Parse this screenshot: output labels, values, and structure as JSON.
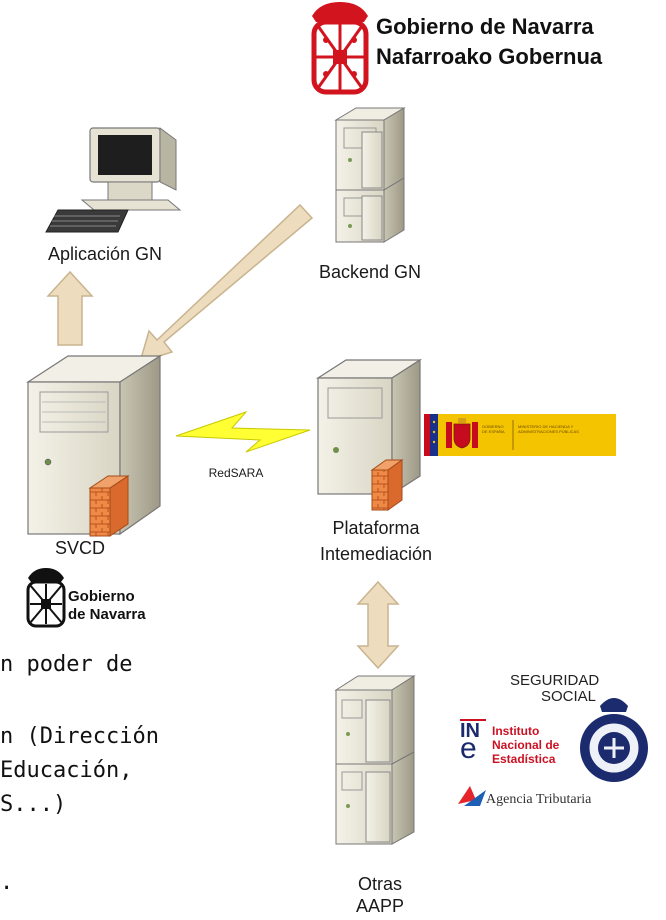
{
  "header": {
    "logo_line1": "Gobierno de Navarra",
    "logo_line2": "Nafarroako Gobernua"
  },
  "nodes": {
    "aplicacion": "Aplicación GN",
    "backend": "Backend GN",
    "svcd": "SVCD",
    "redsara": "RedSARA",
    "plataforma_line1": "Plataforma",
    "plataforma_line2": "Intemediación",
    "otras_line1": "Otras",
    "otras_line2": "AAPP"
  },
  "small_logo": {
    "line1": "Gobierno",
    "line2": "de Navarra"
  },
  "ministerio": {
    "gobierno": "GOBIERNO DE ESPAÑA",
    "ministerio": "MINISTERIO DE HACIENDA Y ADMINISTRACIONES PÚBLICAS"
  },
  "agencies": {
    "seguridad_line1": "SEGURIDAD",
    "seguridad_line2": "SOCIAL",
    "ine_mark": "IN",
    "ine_e": "e",
    "ine_line1": "Instituto",
    "ine_line2": "Nacional de",
    "ine_line3": "Estadística",
    "agencia": "Agencia Tributaria"
  },
  "background_text": {
    "line1": "n poder de",
    "line2": "n (Dirección",
    "line3": " Educación,",
    "line4": "S...)",
    "line5": "."
  },
  "colors": {
    "arrow_fill": "#eedcbf",
    "arrow_stroke": "#c9b48f",
    "lightning": "#ffff33",
    "server_light": "#efecdf",
    "server_dark": "#b8b4a2",
    "firewall": "#e8783a",
    "navarra_red": "#d2141e",
    "spain_yellow": "#f5c400",
    "ine_red": "#cc1122",
    "ine_navy": "#1a2a6c",
    "police_navy": "#1c2a6e"
  }
}
